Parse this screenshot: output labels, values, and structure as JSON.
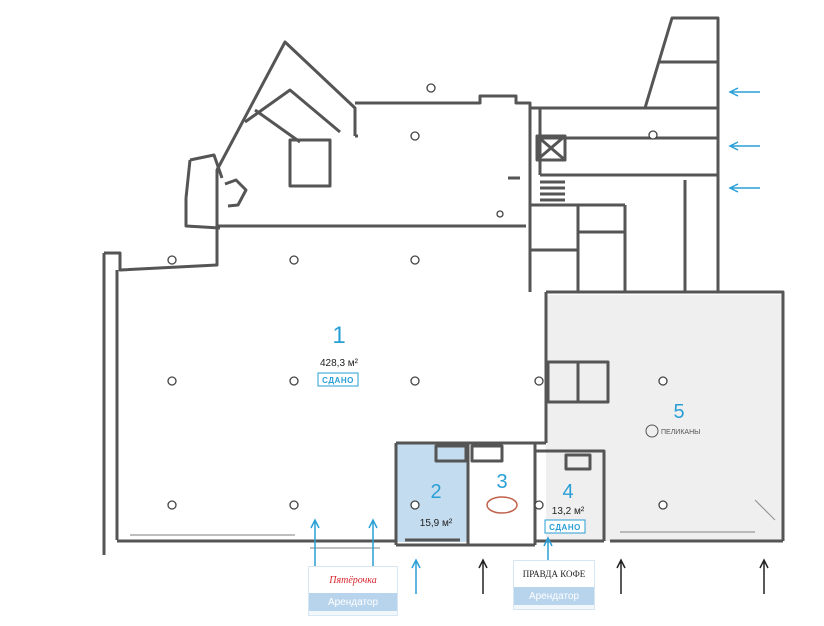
{
  "units": [
    {
      "id": "unit-1",
      "number": "1",
      "area": "428,3 м²",
      "badge": "СДАНО"
    },
    {
      "id": "unit-2",
      "number": "2",
      "area": "15,9 м²",
      "badge": ""
    },
    {
      "id": "unit-3",
      "number": "3",
      "area": "",
      "badge": ""
    },
    {
      "id": "unit-4",
      "number": "4",
      "area": "13,2 м²",
      "badge": "СДАНО"
    },
    {
      "id": "unit-5",
      "number": "5",
      "area": "",
      "badge": ""
    }
  ],
  "tenant_logo_unit5": "ПЕЛИКАНЫ",
  "tenant_pyaterochka": {
    "logo": "Пятёрочка",
    "caption": "Арендатор"
  },
  "tenant_pravda": {
    "logo": "ПРАВДА КОФЕ",
    "caption": "Арендатор"
  },
  "colors": {
    "accent": "#2a9fd6",
    "unit2_fill": "#c4dcef",
    "unit5_fill": "#efefef",
    "wall": "#555555"
  }
}
